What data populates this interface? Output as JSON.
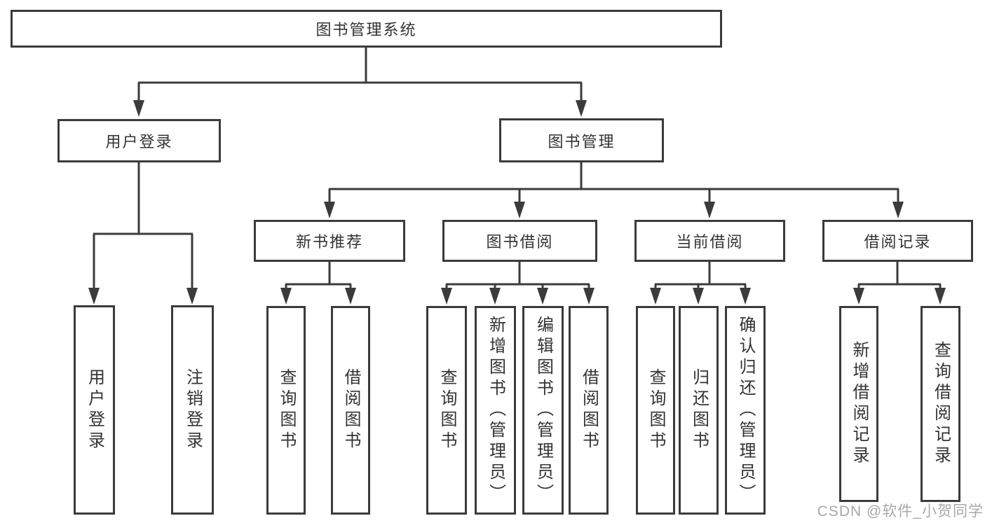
{
  "diagram": {
    "title": "图书管理系统",
    "tree": {
      "label": "图书管理系统",
      "children": [
        {
          "label": "用户登录",
          "children": [
            {
              "label": "用户登录"
            },
            {
              "label": "注销登录"
            }
          ]
        },
        {
          "label": "图书管理",
          "children": [
            {
              "label": "新书推荐",
              "children": [
                {
                  "label": "查询图书"
                },
                {
                  "label": "借阅图书"
                }
              ]
            },
            {
              "label": "图书借阅",
              "children": [
                {
                  "label": "查询图书"
                },
                {
                  "label": "新增图书（管理员）"
                },
                {
                  "label": "编辑图书（管理员）"
                },
                {
                  "label": "借阅图书"
                }
              ]
            },
            {
              "label": "当前借阅",
              "children": [
                {
                  "label": "查询图书"
                },
                {
                  "label": "归还图书"
                },
                {
                  "label": "确认归还（管理员）"
                }
              ]
            },
            {
              "label": "借阅记录",
              "children": [
                {
                  "label": "新增借阅记录"
                },
                {
                  "label": "查询借阅记录"
                }
              ]
            }
          ]
        }
      ]
    }
  },
  "watermark": "CSDN @软件_小贺同学",
  "colors": {
    "line": "#3b3b3b",
    "text": "#333333",
    "background": "#ffffff",
    "watermark": "#a8a8a8"
  }
}
